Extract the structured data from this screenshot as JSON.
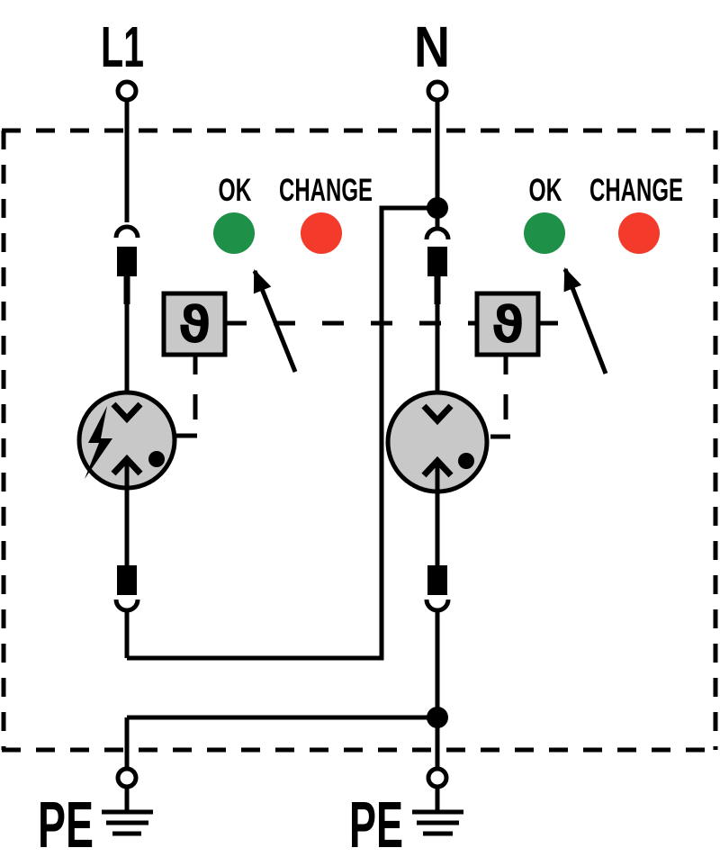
{
  "terminals": {
    "line": "L1",
    "neutral": "N",
    "pe_left": "PE",
    "pe_right": "PE"
  },
  "indicators": {
    "left": {
      "ok_label": "OK",
      "change_label": "CHANGE"
    },
    "right": {
      "ok_label": "OK",
      "change_label": "CHANGE"
    }
  },
  "thermal_disconnect": {
    "left_symbol": "ϑ",
    "right_symbol": "ϑ"
  },
  "colors": {
    "ok_led": "#1e9048",
    "change_led": "#f43b2b",
    "component_fill": "#c8c8c8",
    "line": "#000000",
    "background": "#ffffff"
  }
}
